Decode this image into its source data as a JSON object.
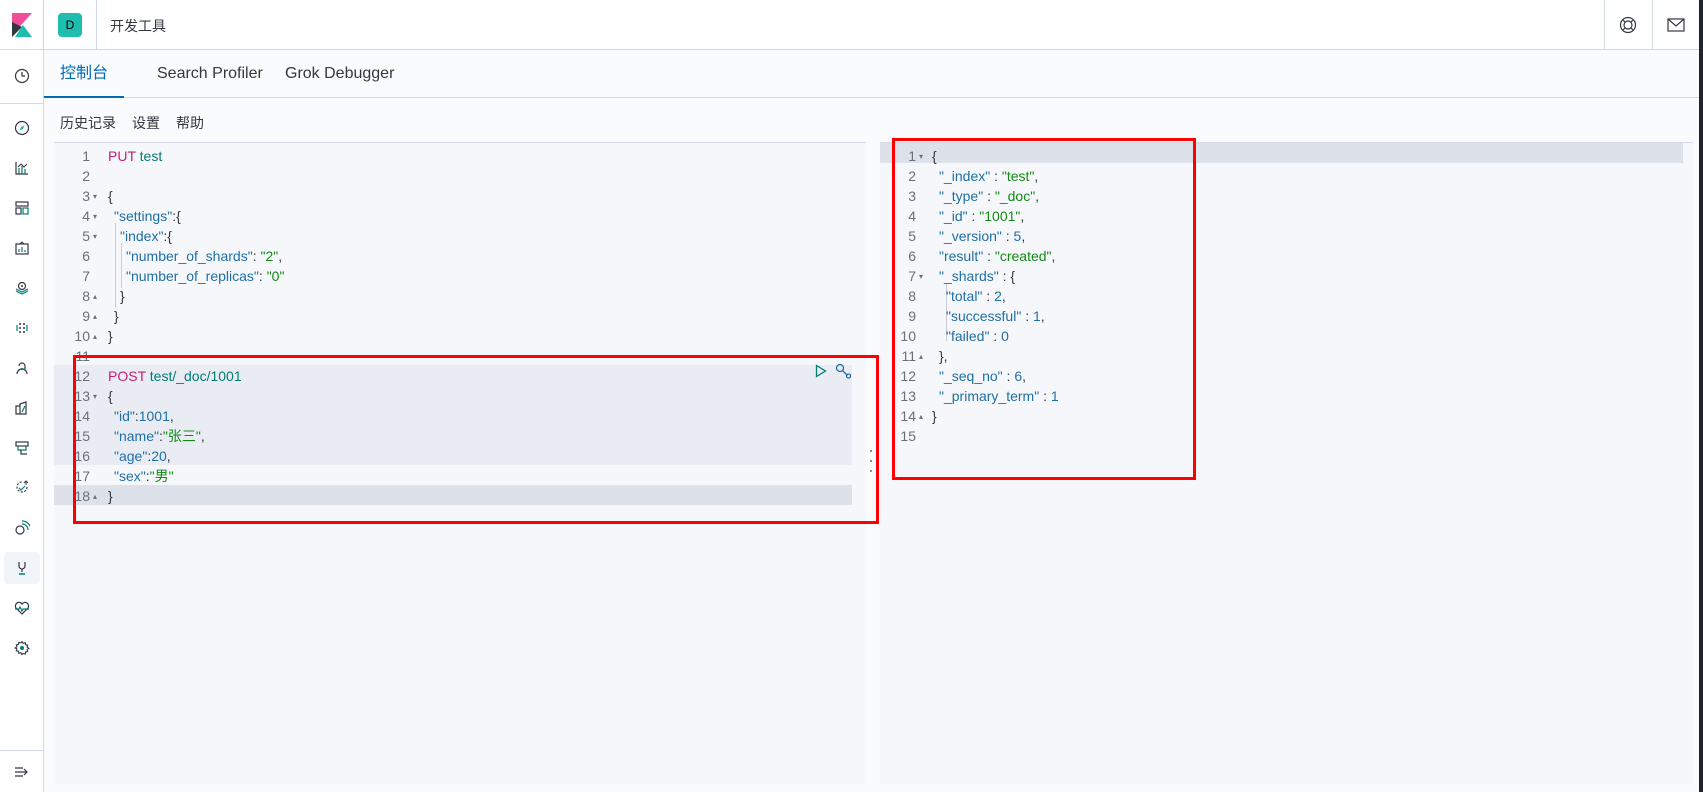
{
  "header": {
    "space_badge": "D",
    "app_title": "开发工具",
    "icons": [
      "help-lifebuoy-icon",
      "mail-icon"
    ]
  },
  "sidenav": {
    "items": [
      {
        "name": "recently-viewed",
        "icon": "clock-icon"
      },
      {
        "name": "discover",
        "icon": "compass-icon"
      },
      {
        "name": "visualize",
        "icon": "chart-icon"
      },
      {
        "name": "dashboard",
        "icon": "dashboard-icon"
      },
      {
        "name": "canvas",
        "icon": "canvas-icon"
      },
      {
        "name": "maps",
        "icon": "map-pin-icon"
      },
      {
        "name": "machine-learning",
        "icon": "ml-icon"
      },
      {
        "name": "graph",
        "icon": "graph-icon"
      },
      {
        "name": "logs",
        "icon": "logs-icon"
      },
      {
        "name": "infrastructure",
        "icon": "infra-icon"
      },
      {
        "name": "apm",
        "icon": "apm-icon"
      },
      {
        "name": "uptime",
        "icon": "uptime-icon"
      },
      {
        "name": "dev-tools",
        "icon": "wrench-icon",
        "active": true
      },
      {
        "name": "monitoring",
        "icon": "heartbeat-icon"
      },
      {
        "name": "management",
        "icon": "gear-icon"
      }
    ],
    "collapse_icon": "collapse-menu-icon"
  },
  "tabs": [
    {
      "label": "控制台",
      "active": true
    },
    {
      "label": "Search Profiler",
      "active": false
    },
    {
      "label": "Grok Debugger",
      "active": false
    }
  ],
  "console_menu": {
    "history": "历史记录",
    "settings": "设置",
    "help": "帮助"
  },
  "request_editor": {
    "lines": [
      {
        "num": "1",
        "fold": ""
      },
      {
        "num": "2",
        "fold": ""
      },
      {
        "num": "3",
        "fold": "▾"
      },
      {
        "num": "4",
        "fold": "▾"
      },
      {
        "num": "5",
        "fold": "▾"
      },
      {
        "num": "6",
        "fold": ""
      },
      {
        "num": "7",
        "fold": ""
      },
      {
        "num": "8",
        "fold": "▴"
      },
      {
        "num": "9",
        "fold": "▴"
      },
      {
        "num": "10",
        "fold": "▴"
      },
      {
        "num": "11",
        "fold": ""
      },
      {
        "num": "12",
        "fold": ""
      },
      {
        "num": "13",
        "fold": "▾"
      },
      {
        "num": "14",
        "fold": ""
      },
      {
        "num": "15",
        "fold": ""
      },
      {
        "num": "16",
        "fold": ""
      },
      {
        "num": "17",
        "fold": ""
      },
      {
        "num": "18",
        "fold": "▴"
      }
    ],
    "code": {
      "l1_method": "PUT",
      "l1_url": "test",
      "l3": "{",
      "l4_key": "\"settings\"",
      "l4_rest": ":{",
      "l5_key": "\"index\"",
      "l5_rest": ":{",
      "l6_key": "\"number_of_shards\"",
      "l6_colon": ": ",
      "l6_val": "\"2\"",
      "l6_end": ",",
      "l7_key": "\"number_of_replicas\"",
      "l7_colon": ": ",
      "l7_val": "\"0\"",
      "l8": "}",
      "l9": "}",
      "l10": "}",
      "l12_method": "POST",
      "l12_url": "test/_doc/1001",
      "l13": "{",
      "l14_key": "\"id\"",
      "l14_colon": ":",
      "l14_val": "1001",
      "l14_end": ",",
      "l15_key": "\"name\"",
      "l15_colon": ":",
      "l15_val": "\"张三\"",
      "l15_end": ",",
      "l16_key": "\"age\"",
      "l16_colon": ":",
      "l16_val": "20",
      "l16_end": ",",
      "l17_key": "\"sex\"",
      "l17_colon": ":",
      "l17_val": "\"男\"",
      "l18": "}"
    },
    "actions": {
      "run_icon": "play-icon",
      "copy_curl_icon": "wrench-icon"
    }
  },
  "response_editor": {
    "lines": [
      {
        "num": "1",
        "fold": "▾"
      },
      {
        "num": "2",
        "fold": ""
      },
      {
        "num": "3",
        "fold": ""
      },
      {
        "num": "4",
        "fold": ""
      },
      {
        "num": "5",
        "fold": ""
      },
      {
        "num": "6",
        "fold": ""
      },
      {
        "num": "7",
        "fold": "▾"
      },
      {
        "num": "8",
        "fold": ""
      },
      {
        "num": "9",
        "fold": ""
      },
      {
        "num": "10",
        "fold": ""
      },
      {
        "num": "11",
        "fold": "▴"
      },
      {
        "num": "12",
        "fold": ""
      },
      {
        "num": "13",
        "fold": ""
      },
      {
        "num": "14",
        "fold": "▴"
      },
      {
        "num": "15",
        "fold": ""
      }
    ],
    "code": {
      "l1": "{",
      "l2_key": "\"_index\"",
      "l2_val": "\"test\"",
      "l3_key": "\"_type\"",
      "l3_val": "\"_doc\"",
      "l4_key": "\"_id\"",
      "l4_val": "\"1001\"",
      "l5_key": "\"_version\"",
      "l5_val": "5",
      "l6_key": "\"result\"",
      "l6_val": "\"created\"",
      "l7_key": "\"_shards\"",
      "l7_rest": " : {",
      "l8_key": "\"total\"",
      "l8_val": "2",
      "l9_key": "\"successful\"",
      "l9_val": "1",
      "l10_key": "\"failed\"",
      "l10_val": "0",
      "l11": "},",
      "l12_key": "\"_seq_no\"",
      "l12_val": "6",
      "l13_key": "\"_primary_term\"",
      "l13_val": "1",
      "l14": "}",
      "sep": " : ",
      "comma": ","
    }
  },
  "colors": {
    "accent": "#006bb4",
    "method": "#c61e77",
    "url": "#017d73",
    "key": "#1e6fa6",
    "string": "#148a14",
    "annotation": "#ff0000"
  }
}
